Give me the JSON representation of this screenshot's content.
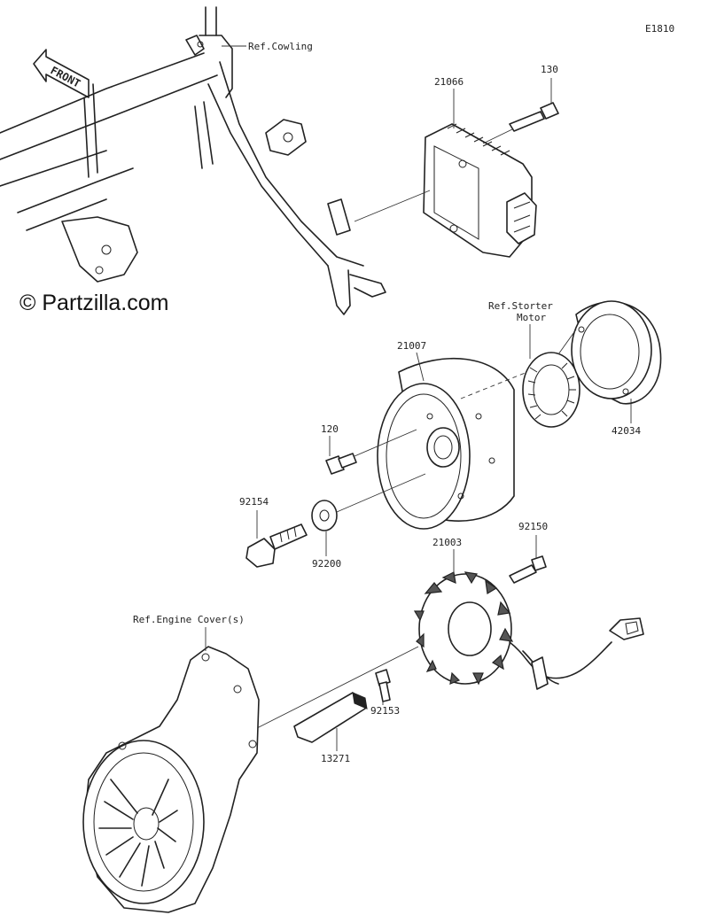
{
  "diagram_id": "E1810",
  "copyright": "© Partzilla.com",
  "front_label": "FRONT",
  "refs": {
    "cowling": "Ref.Cowling",
    "starter_motor_line1": "Ref.Storter",
    "starter_motor_line2": "Motor",
    "engine_cover": "Ref.Engine Cover(s)"
  },
  "parts": [
    {
      "number": "130"
    },
    {
      "number": "21066"
    },
    {
      "number": "21007"
    },
    {
      "number": "120"
    },
    {
      "number": "42034"
    },
    {
      "number": "92154"
    },
    {
      "number": "92200"
    },
    {
      "number": "92150"
    },
    {
      "number": "21003"
    },
    {
      "number": "92153"
    },
    {
      "number": "13271"
    }
  ]
}
